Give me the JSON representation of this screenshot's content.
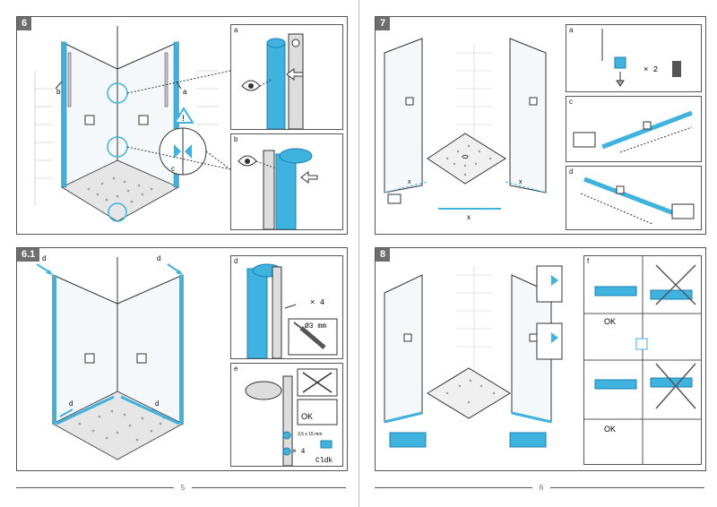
{
  "colors": {
    "accent": "#3fb3e0",
    "frame": "#555555",
    "step_bg": "#6e6e6e",
    "warning": "#3fb3e0"
  },
  "left_page": {
    "page_number": "5",
    "step6": {
      "number": "6",
      "callout_a": "a",
      "callout_b": "b",
      "callout_c": "c",
      "detail_a_label": "a",
      "detail_b_label": "b"
    },
    "step6_1": {
      "number": "6.1",
      "callout_d": "d",
      "detail_d_label": "d",
      "detail_e_label": "e",
      "screw_count": "× 4",
      "drill_size": "Ø3 mm",
      "ok_label": "OK",
      "screw_spec": "3,5 x 15 mm",
      "screw_count_e": "× 4",
      "click_label": "Cldk"
    }
  },
  "right_page": {
    "page_number": "6",
    "step7": {
      "number": "7",
      "callout_x": "x",
      "detail_a_label": "a",
      "detail_c_label": "c",
      "detail_d_label": "d",
      "glue_count": "× 2",
      "measure_x": "x"
    },
    "step8": {
      "number": "8",
      "detail_f_label": "f",
      "ok_label_1": "OK",
      "ok_label_2": "OK"
    }
  }
}
